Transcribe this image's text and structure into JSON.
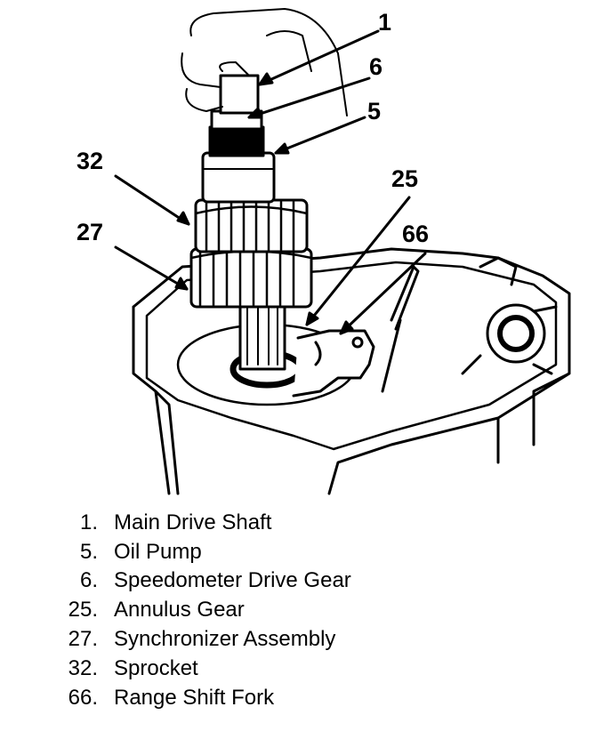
{
  "callouts": [
    {
      "id": "c1",
      "label": "1"
    },
    {
      "id": "c6",
      "label": "6"
    },
    {
      "id": "c5",
      "label": "5"
    },
    {
      "id": "c32",
      "label": "32"
    },
    {
      "id": "c25",
      "label": "25"
    },
    {
      "id": "c27",
      "label": "27"
    },
    {
      "id": "c66",
      "label": "66"
    }
  ],
  "legend": [
    {
      "num": "1.",
      "text": "Main Drive Shaft"
    },
    {
      "num": "5.",
      "text": "Oil Pump"
    },
    {
      "num": "6.",
      "text": "Speedometer Drive Gear"
    },
    {
      "num": "25.",
      "text": "Annulus Gear"
    },
    {
      "num": "27.",
      "text": "Synchronizer Assembly"
    },
    {
      "num": "32.",
      "text": "Sprocket"
    },
    {
      "num": "66.",
      "text": "Range Shift Fork"
    }
  ]
}
